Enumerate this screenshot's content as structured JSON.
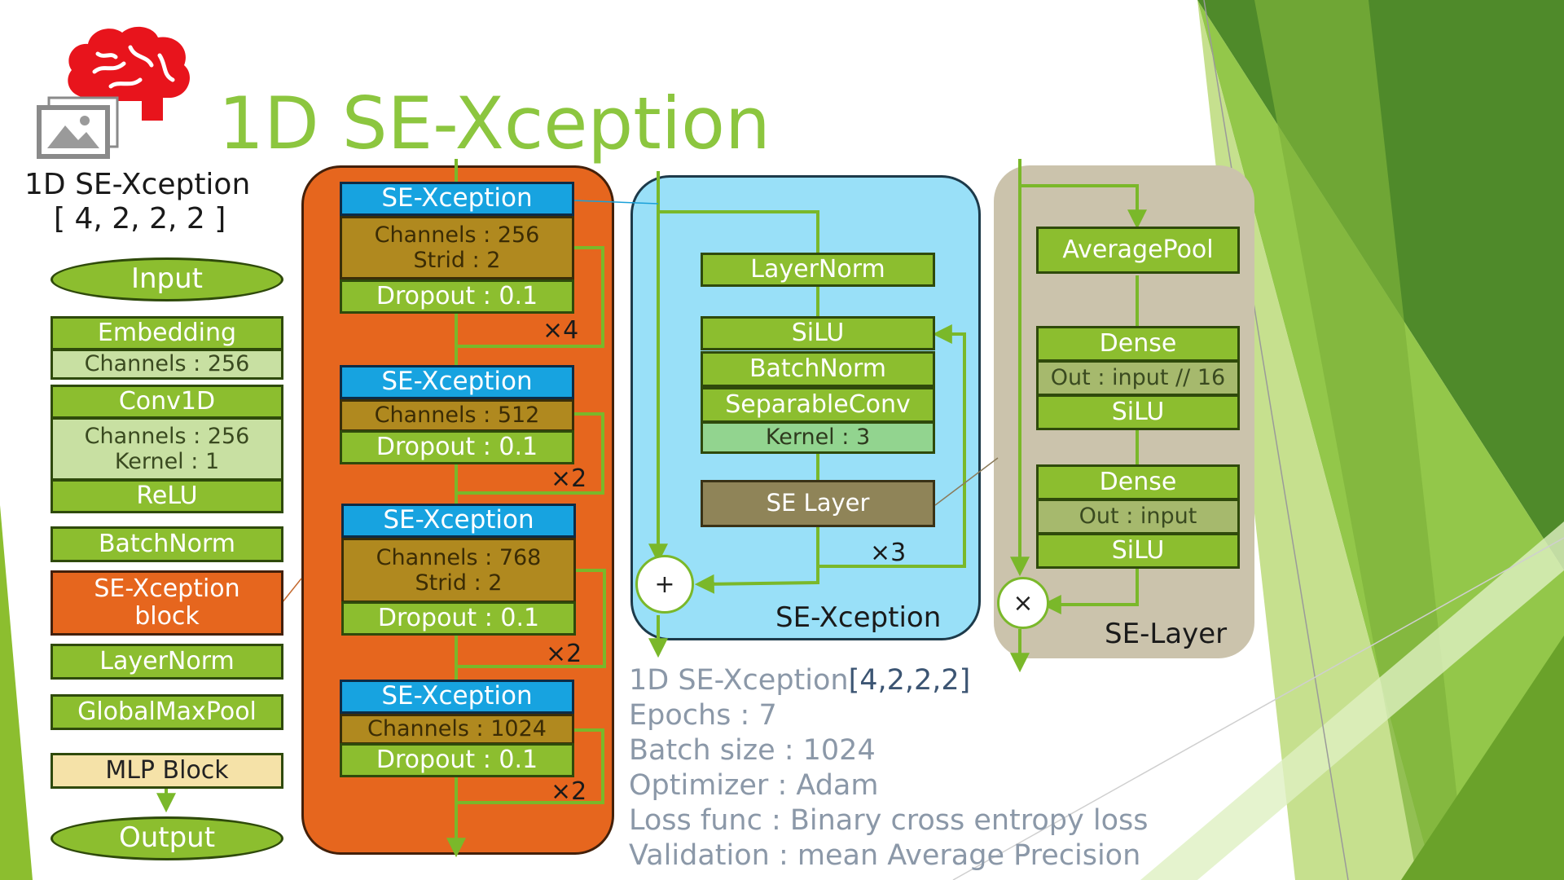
{
  "title": "1D SE-Xception",
  "model_caption": {
    "line1": "1D SE-Xception",
    "line2": "[ 4, 2, 2, 2 ]"
  },
  "pipeline": {
    "input": "Input",
    "embedding": "Embedding",
    "embedding_channels": "Channels : 256",
    "conv1d": "Conv1D",
    "conv1d_params": "Channels : 256\nKernel : 1",
    "relu": "ReLU",
    "batchnorm": "BatchNorm",
    "se_block": "SE-Xception\nblock",
    "layernorm": "LayerNorm",
    "globalmaxpool": "GlobalMaxPool",
    "mlp": "MLP Block",
    "output": "Output"
  },
  "stages": [
    {
      "name": "SE-Xception",
      "params": "Channels : 256\nStrid : 2",
      "dropout": "Dropout : 0.1",
      "repeat": "×4"
    },
    {
      "name": "SE-Xception",
      "params": "Channels : 512",
      "dropout": "Dropout : 0.1",
      "repeat": "×2"
    },
    {
      "name": "SE-Xception",
      "params": "Channels : 768\nStrid : 2",
      "dropout": "Dropout : 0.1",
      "repeat": "×2"
    },
    {
      "name": "SE-Xception",
      "params": "Channels : 1024",
      "dropout": "Dropout : 0.1",
      "repeat": "×2"
    }
  ],
  "se_xception": {
    "layernorm": "LayerNorm",
    "silu": "SiLU",
    "batchnorm": "BatchNorm",
    "sepconv": "SeparableConv",
    "kernel": "Kernel : 3",
    "se_layer": "SE Layer",
    "repeat": "×3",
    "add": "+",
    "label": "SE-Xception"
  },
  "se_layer": {
    "avgpool": "AveragePool",
    "dense1": "Dense",
    "dense1_out": "Out : input // 16",
    "silu1": "SiLU",
    "dense2": "Dense",
    "dense2_out": "Out : input",
    "silu2": "SiLU",
    "multiply": "×",
    "label": "SE-Layer"
  },
  "info": {
    "model_name": "1D SE-Xception",
    "model_config": "[4,2,2,2]",
    "epochs": "Epochs : 7",
    "batch": "Batch size : 1024",
    "optimizer": "Optimizer : Adam",
    "loss": "Loss func : Binary cross entropy loss",
    "validation": "Validation : mean Average Precision"
  },
  "colors": {
    "accent_green": "#8cbe2f",
    "title_green": "#8cc63f",
    "orange_panel": "#e6661e",
    "blue_panel": "#99e0f8",
    "tan_panel": "#cbc3ac",
    "brain_red": "#e8141c"
  },
  "icons": [
    "brain-icon",
    "image-icon"
  ]
}
